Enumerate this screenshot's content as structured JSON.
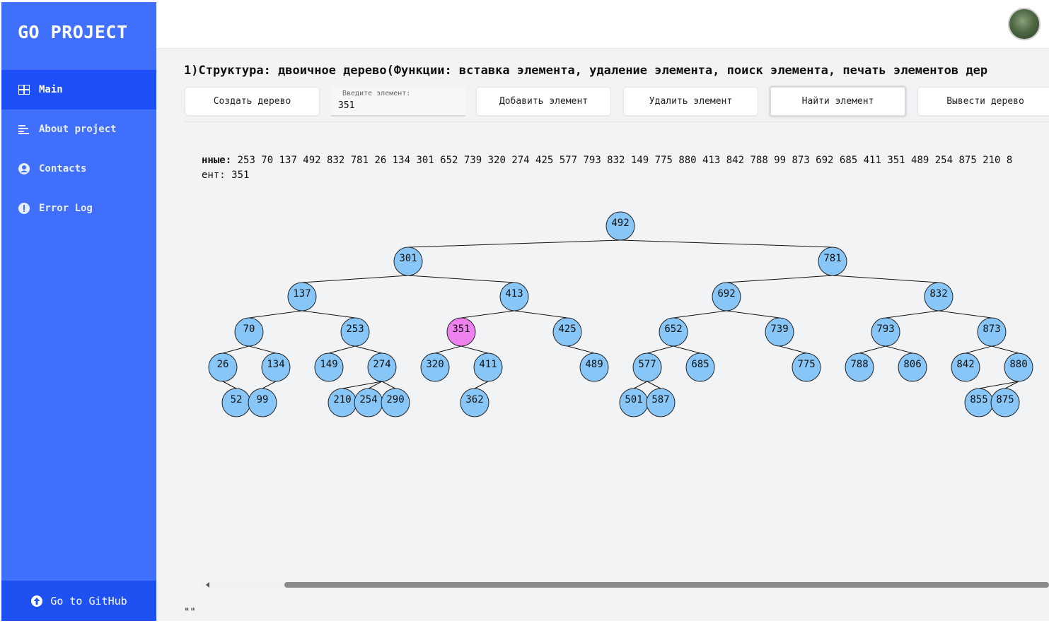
{
  "app": {
    "title": "GO PROJECT"
  },
  "sidebar": {
    "items": [
      {
        "label": "Main",
        "icon": "grid-icon"
      },
      {
        "label": "About project",
        "icon": "list-icon"
      },
      {
        "label": "Contacts",
        "icon": "user-icon"
      },
      {
        "label": "Error Log",
        "icon": "alert-icon"
      }
    ],
    "github_label": "Go to GitHub"
  },
  "main": {
    "heading": "1)Структура: двоичное дерево(Функции: вставка элемента, удаление элемента, поиск элемента, печать элементов дер",
    "buttons": {
      "create": "Создать дерево",
      "add": "Добавить элемент",
      "delete": "Удалить элемент",
      "find": "Найти элемент",
      "print": "Вывести дерево"
    },
    "input": {
      "label": "Введите элемент:",
      "value": "351"
    },
    "output": {
      "line1_label": "нные:",
      "line1_values": "253 70 137 492 832 781 26 134 301 652 739 320 274 425 577 793 832 149 775 880 413 842 788 99 873 692 685 411 351 489 254 875 210 8",
      "line2_label": "ент:",
      "line2_value": "351"
    },
    "footer_text": "\"\""
  },
  "tree": {
    "highlighted": "351",
    "colors": {
      "node": "#87c6f6",
      "highlight": "#ee82ee",
      "stroke": "#222222",
      "edge": "#111111"
    },
    "nodes": [
      {
        "id": "492",
        "parent": null
      },
      {
        "id": "301",
        "parent": "492"
      },
      {
        "id": "781",
        "parent": "492"
      },
      {
        "id": "137",
        "parent": "301"
      },
      {
        "id": "413",
        "parent": "301"
      },
      {
        "id": "692",
        "parent": "781"
      },
      {
        "id": "832",
        "parent": "781"
      },
      {
        "id": "70",
        "parent": "137"
      },
      {
        "id": "253",
        "parent": "137"
      },
      {
        "id": "351",
        "parent": "413"
      },
      {
        "id": "425",
        "parent": "413"
      },
      {
        "id": "652",
        "parent": "692"
      },
      {
        "id": "739",
        "parent": "692"
      },
      {
        "id": "793",
        "parent": "832"
      },
      {
        "id": "873",
        "parent": "832"
      },
      {
        "id": "26",
        "parent": "70"
      },
      {
        "id": "134",
        "parent": "70"
      },
      {
        "id": "149",
        "parent": "253"
      },
      {
        "id": "274",
        "parent": "253"
      },
      {
        "id": "320",
        "parent": "351"
      },
      {
        "id": "411",
        "parent": "351"
      },
      {
        "id": "489",
        "parent": "425"
      },
      {
        "id": "577",
        "parent": "652"
      },
      {
        "id": "685",
        "parent": "652"
      },
      {
        "id": "775",
        "parent": "739"
      },
      {
        "id": "788",
        "parent": "793"
      },
      {
        "id": "806",
        "parent": "793"
      },
      {
        "id": "842",
        "parent": "873"
      },
      {
        "id": "880",
        "parent": "873"
      },
      {
        "id": "52",
        "parent": "26"
      },
      {
        "id": "99",
        "parent": "134"
      },
      {
        "id": "210",
        "parent": "274"
      },
      {
        "id": "254",
        "parent": "274"
      },
      {
        "id": "290",
        "parent": "274"
      },
      {
        "id": "362",
        "parent": "411"
      },
      {
        "id": "501",
        "parent": "577"
      },
      {
        "id": "587",
        "parent": "577"
      },
      {
        "id": "855",
        "parent": "880"
      },
      {
        "id": "875",
        "parent": "880"
      }
    ]
  }
}
